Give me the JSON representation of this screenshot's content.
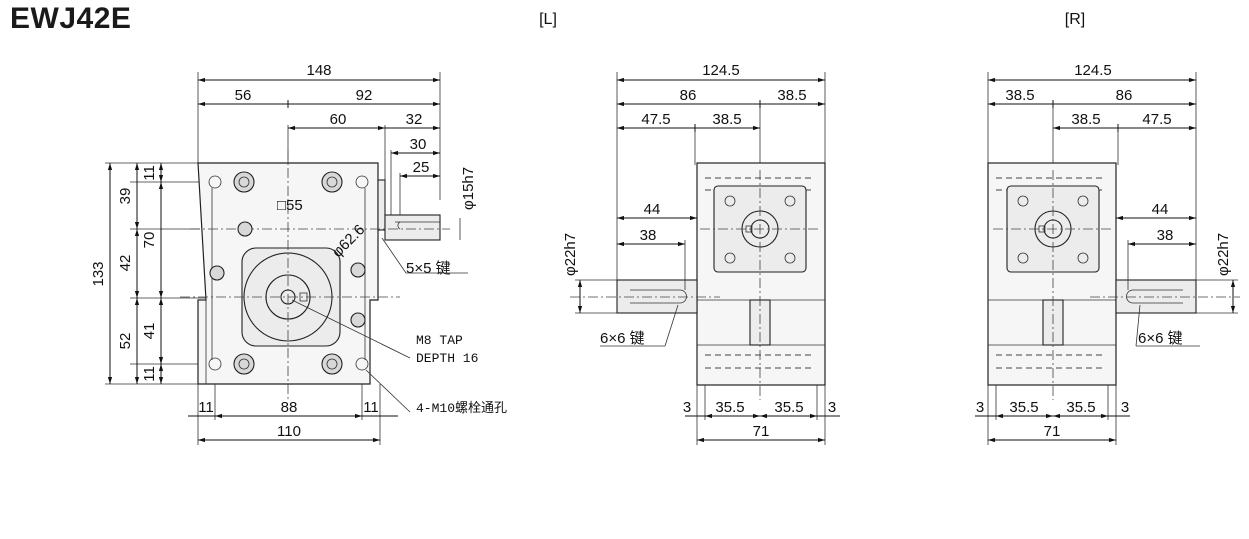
{
  "title": "EWJ42E",
  "views": {
    "left_label": "[L]",
    "right_label": "[R]"
  },
  "front_view": {
    "dims": {
      "overall_width": "148",
      "left_offset": "56",
      "right_offset": "92",
      "center_to_shaft": "60",
      "shaft_total": "32",
      "shaft_length": "30",
      "key_length": "25",
      "height_total": "133",
      "upper_h": "39",
      "upper_bolt": "11",
      "mid_h": "70",
      "center_mid": "42",
      "lower_h": "52",
      "lower_mid": "41",
      "lower_bolt": "11",
      "base_left": "11",
      "base_mid": "88",
      "base_right": "11",
      "base_width": "110"
    },
    "notes": {
      "square": "□55",
      "pilot_dia": "φ62.6",
      "shaft_dia": "φ15h7",
      "key": "5×5 键",
      "tap": "M8 TAP",
      "depth": "DEPTH 16",
      "bolts": "4-M10螺栓通孔"
    }
  },
  "left_view": {
    "dims": {
      "overall": "124.5",
      "a": "86",
      "b": "38.5",
      "c": "47.5",
      "d": "38.5",
      "shaft_len": "44",
      "key_len": "38",
      "shaft_dia": "φ22h7",
      "key": "6×6 键",
      "edge_l": "3",
      "half_l": "35.5",
      "half_r": "35.5",
      "edge_r": "3",
      "width": "71"
    }
  },
  "right_view": {
    "dims": {
      "overall": "124.5",
      "a": "38.5",
      "b": "86",
      "c": "38.5",
      "d": "47.5",
      "shaft_len": "44",
      "key_len": "38",
      "shaft_dia": "φ22h7",
      "key": "6×6 键",
      "edge_l": "3",
      "half_l": "35.5",
      "half_r": "35.5",
      "edge_r": "3",
      "width": "71"
    }
  }
}
